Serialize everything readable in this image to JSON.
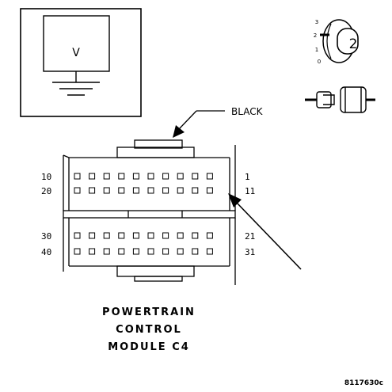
{
  "meter": {
    "symbol": "V"
  },
  "ignition": {
    "positions": [
      "3",
      "2",
      "1",
      "0"
    ],
    "selected": "2"
  },
  "connector": {
    "wire_color": "BLACK",
    "pin_labels": {
      "row1_left": "10",
      "row1_right": "1",
      "row2_left": "20",
      "row2_right": "11",
      "row3_left": "30",
      "row3_right": "21",
      "row4_left": "40",
      "row4_right": "31"
    },
    "title_lines": [
      "POWERTRAIN",
      "CONTROL",
      "MODULE C4"
    ]
  },
  "figure_id": "8117630c"
}
